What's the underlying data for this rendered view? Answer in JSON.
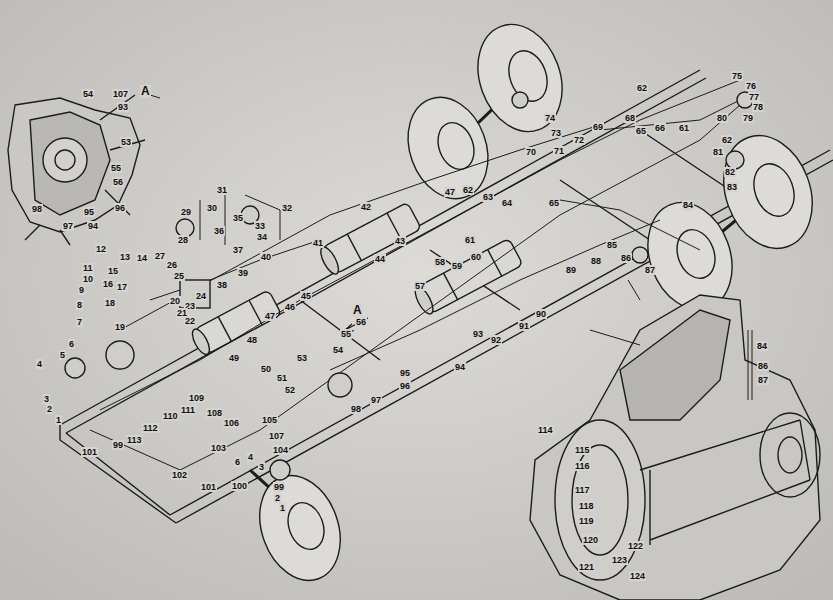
{
  "diagram": {
    "labels": [
      "A",
      "54",
      "107",
      "93",
      "53",
      "55",
      "56",
      "96",
      "95",
      "94",
      "97",
      "98",
      "31",
      "30",
      "29",
      "32",
      "35",
      "36",
      "33",
      "34",
      "28",
      "37",
      "40",
      "39",
      "41",
      "42",
      "43",
      "44",
      "12",
      "13",
      "14",
      "27",
      "26",
      "11",
      "25",
      "15",
      "10",
      "16",
      "17",
      "9",
      "24",
      "18",
      "8",
      "20",
      "23",
      "21",
      "22",
      "38",
      "7",
      "19",
      "6",
      "5",
      "4",
      "3",
      "2",
      "1",
      "112",
      "111",
      "110",
      "109",
      "108",
      "106",
      "113",
      "99",
      "101",
      "102",
      "103",
      "100",
      "101",
      "6",
      "4",
      "3",
      "105",
      "107",
      "104",
      "99",
      "2",
      "1",
      "45",
      "46",
      "47",
      "48",
      "49",
      "50",
      "51",
      "52",
      "53",
      "54",
      "55",
      "56",
      "57",
      "58",
      "59",
      "60",
      "61",
      "93",
      "94",
      "95",
      "96",
      "97",
      "98",
      "92",
      "91",
      "90",
      "89",
      "88",
      "85",
      "86",
      "87",
      "A",
      "62",
      "74",
      "69",
      "68",
      "65",
      "66",
      "61",
      "75",
      "76",
      "77",
      "78",
      "79",
      "80",
      "73",
      "72",
      "71",
      "70",
      "47",
      "62",
      "63",
      "64",
      "65",
      "62",
      "81",
      "82",
      "83",
      "84",
      "84",
      "86",
      "87",
      "114",
      "115",
      "116",
      "117",
      "118",
      "119",
      "120",
      "121",
      "122",
      "123",
      "124"
    ]
  }
}
